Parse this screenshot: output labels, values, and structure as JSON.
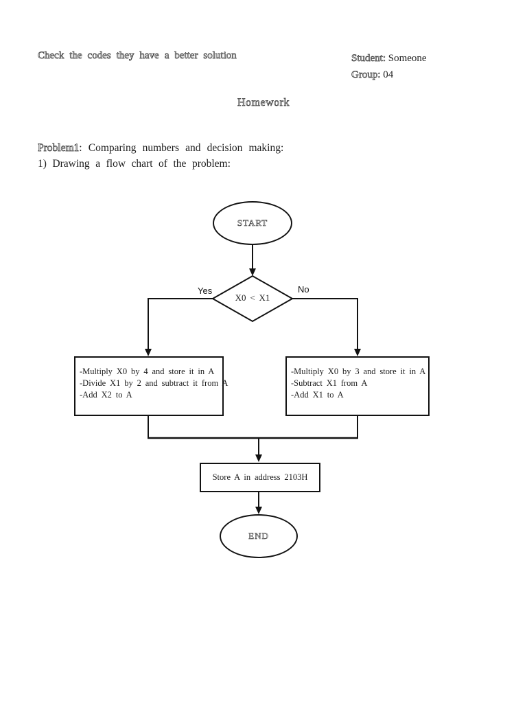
{
  "document": {
    "header": {
      "note": "Check the codes they have a better solution",
      "student_label": "Student:",
      "student_value": "Someone",
      "group_label": "Group:",
      "group_value": "04"
    },
    "title": "Homework",
    "problem_label": "Problem1",
    "problem_rest": ": Comparing numbers and decision making:",
    "step_line": "1) Drawing a flow chart of the problem:"
  },
  "flowchart": {
    "start_label": "START",
    "decision_label": "X0 < X1",
    "yes_label": "Yes",
    "no_label": "No",
    "left_box": {
      "line1": "-Multiply X0 by 4 and store it in A",
      "line2": "-Divide X1 by 2 and subtract it from A",
      "line3": "-Add X2 to A"
    },
    "right_box": {
      "line1": "-Multiply X0 by 3 and store it in A",
      "line2": "-Subtract X1 from A",
      "line3": "-Add X1 to A"
    },
    "store_label": "Store A in address 2103H",
    "end_label": "END"
  },
  "colors": {
    "ink": "#1c1c1c",
    "line": "#121212",
    "background": "#ffffff"
  }
}
